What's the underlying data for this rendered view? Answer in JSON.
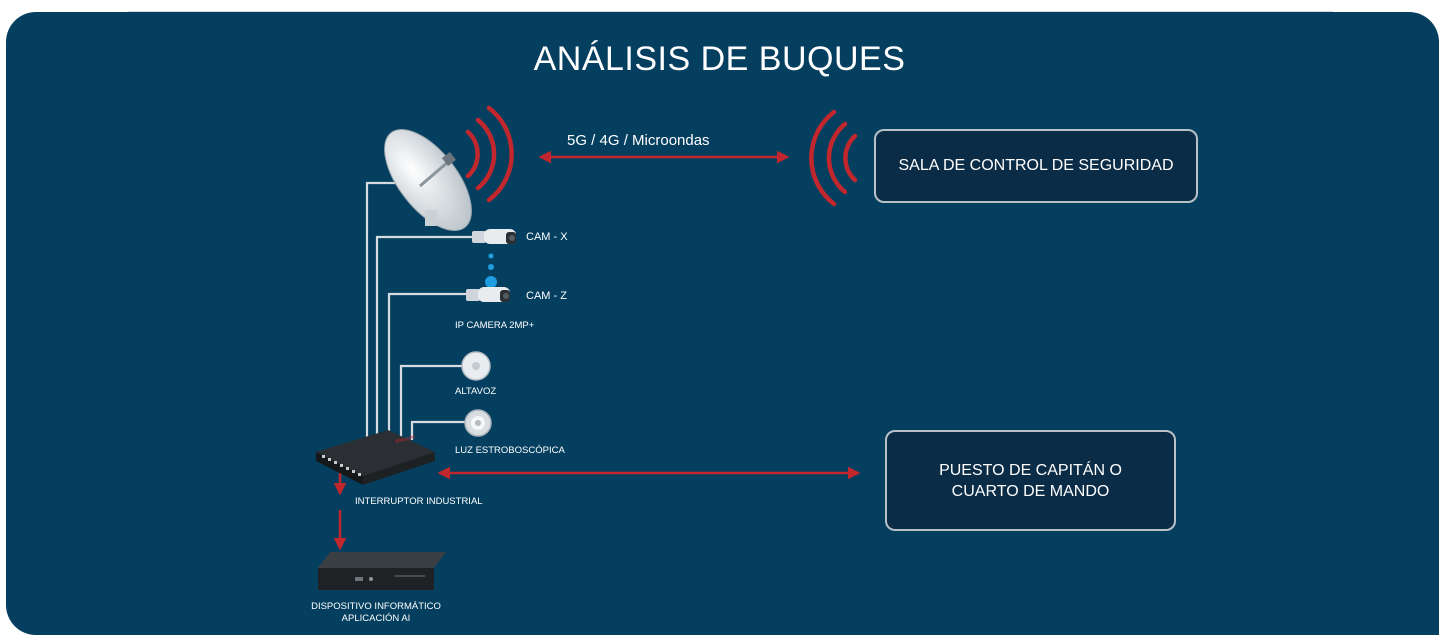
{
  "title": "ANÁLISIS DE BUQUES",
  "link_label": "5G / 4G / Microondas",
  "control_room_box": "SALA DE CONTROL DE SEGURIDAD",
  "captain_box": {
    "line1": "PUESTO DE CAPITÁN O",
    "line2": "CUARTO DE MANDO"
  },
  "cameras": {
    "cam_x": "CAM - X",
    "cam_z": "CAM - Z",
    "type_label": "IP CAMERA 2MP+"
  },
  "devices": {
    "speaker": "ALTAVOZ",
    "strobe": "LUZ ESTROBOSCÓPICA",
    "switch": "INTERRUPTOR INDUSTRIAL",
    "computer_line1": "DISPOSITIVO INFORMÁTICO",
    "computer_line2": "APLICACIÓN AI"
  },
  "colors": {
    "background": "#053f60",
    "signal": "#c1272d",
    "wire": "#d6dbe0",
    "box_fill": "#0b2c47"
  }
}
